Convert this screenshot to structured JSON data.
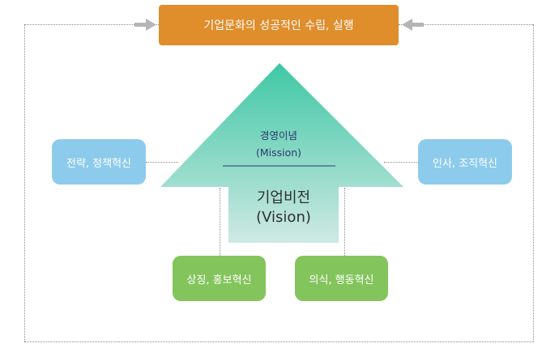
{
  "top_box": {
    "label": "기업문화의 성공적인 수립, 실행"
  },
  "arrow": {
    "mission_label": "경영이념",
    "mission_en": "(Mission)",
    "vision_label": "기업비전",
    "vision_en": "(Vision)"
  },
  "left_box": {
    "label": "전략, 정책혁신"
  },
  "right_box": {
    "label": "인사, 조직혁신"
  },
  "bottom_left_box": {
    "label": "상징, 홍보혁신"
  },
  "bottom_right_box": {
    "label": "의식, 행동혁신"
  },
  "colors": {
    "top_box": "#e08d2c",
    "side_boxes": "#8dcbec",
    "bottom_boxes": "#84c45c",
    "arrow_top": "#3ec7a4",
    "arrow_bottom": "#cfe9e4",
    "connector_arrows": "#b5b5b5"
  }
}
